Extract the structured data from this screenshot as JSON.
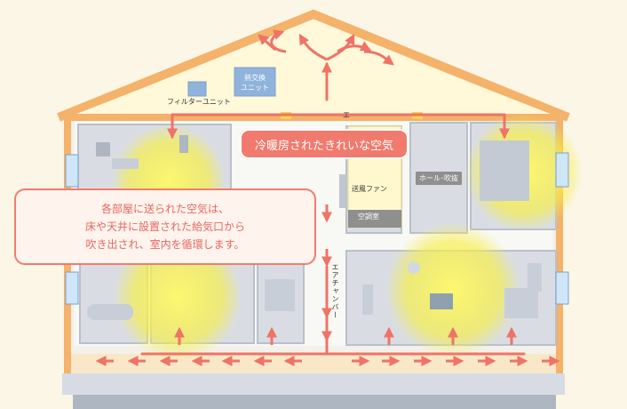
{
  "labels": {
    "heat_exchange_unit_line1": "熱交換",
    "heat_exchange_unit_line2": "ユニット",
    "filter_unit": "フィルターユニット",
    "top_callout": "冷暖房されたきれいな空気",
    "left_callout_line1": "各部屋に送られた空気は、",
    "left_callout_line2": "床や天井に設置された給気口から",
    "left_callout_line3": "吹き出され、室内を循環します。",
    "fan": "送風ファン",
    "ac_room": "空調室",
    "hall": "ホール･吹抜",
    "air_chamber": "エアチャンバー",
    "e_mark": "エ"
  },
  "colors": {
    "background": "#fbf6e6",
    "house_outline": "#f4b26a",
    "interior_wall": "#b8c0cc",
    "yellow_glow": "#f8f04f",
    "arrow": "#ef7366",
    "callout": "#f07a6d",
    "unit_blue": "#8fb3dc"
  },
  "icons": {
    "window": "window-icon",
    "arrow": "airflow-arrow-icon",
    "furniture": "furniture-icon",
    "clock": "clock-icon",
    "plant": "plant-icon"
  }
}
